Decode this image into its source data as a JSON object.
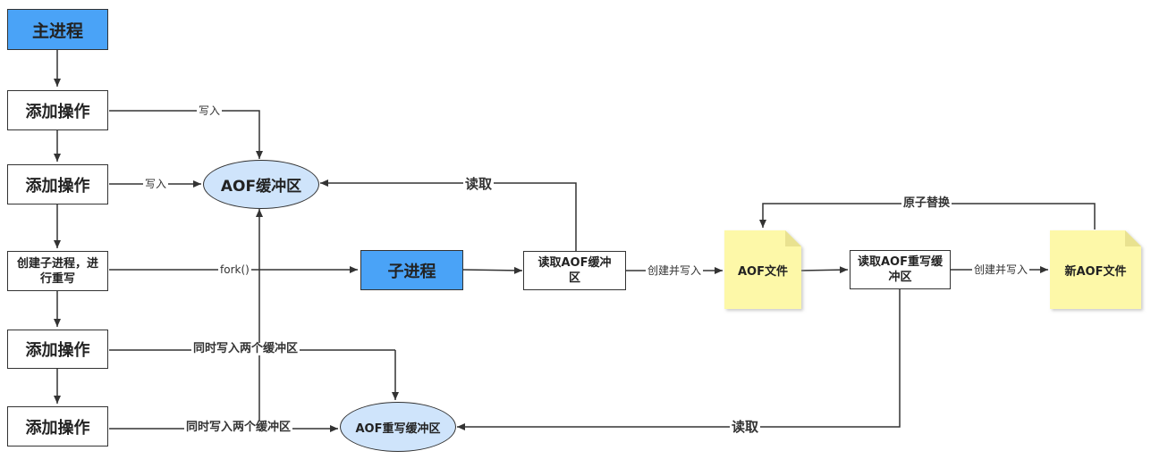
{
  "nodes": {
    "main_process": "主进程",
    "add_op_1": "添加操作",
    "add_op_2": "添加操作",
    "fork_step": "创建子进程，进行重写",
    "add_op_3": "添加操作",
    "add_op_4": "添加操作",
    "aof_buffer": "AOF缓冲区",
    "child_process": "子进程",
    "read_aof_buffer": "读取AOF缓冲区",
    "aof_file": "AOF文件",
    "read_rewrite_buffer": "读取AOF重写缓冲区",
    "new_aof_file": "新AOF文件",
    "rewrite_buffer": "AOF重写缓冲区"
  },
  "edge_labels": {
    "write_1": "写入",
    "write_2": "写入",
    "fork": "fork()",
    "dual_write_1": "同时写入两个缓冲区",
    "dual_write_2": "同时写入两个缓冲区",
    "read_top": "读取",
    "create_write_1": "创建并写入",
    "create_write_2": "创建并写入",
    "atomic_replace": "原子替换",
    "read_bottom": "读取"
  },
  "colors": {
    "process_fill": "#4aa3f7",
    "buffer_fill": "#cfe4fb",
    "file_fill": "#fdf8a8",
    "stroke": "#333333"
  }
}
